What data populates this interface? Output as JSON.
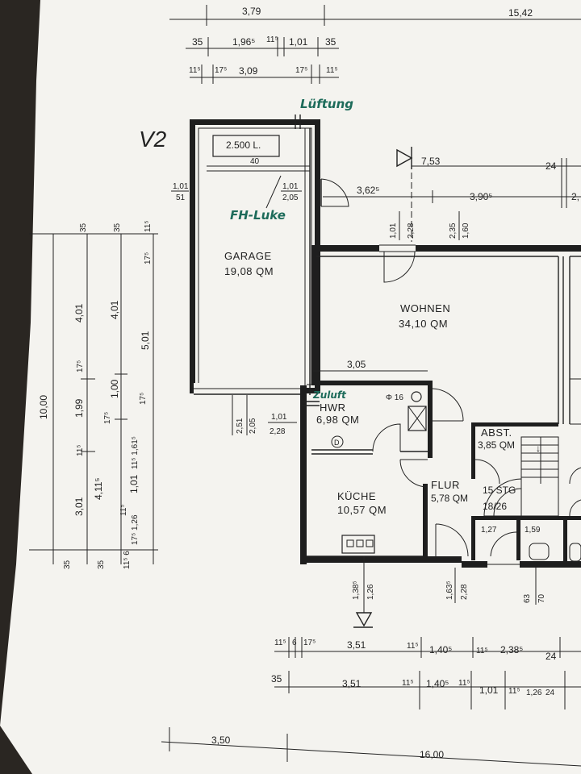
{
  "rooms": {
    "garage": {
      "name": "GARAGE",
      "area": "19,08 QM"
    },
    "wohnen": {
      "name": "WOHNEN",
      "area": "34,10 QM"
    },
    "hwr": {
      "name": "HWR",
      "area": "6,98 QM"
    },
    "kueche": {
      "name": "KÜCHE",
      "area": "10,57 QM"
    },
    "flur": {
      "name": "FLUR",
      "area": "5,78 QM"
    },
    "abst": {
      "name": "ABST.",
      "area": "3,85 QM"
    },
    "stairs": {
      "steps": "15 STG",
      "ratio": "18/26"
    },
    "wc1": "1,27",
    "wc2": "1,59"
  },
  "annotations": {
    "lueftung": "Lüftung",
    "fh_luke": "FH-Luke",
    "zuluft": "Zuluft",
    "tank": "2.500 L.",
    "tank_dim": "40",
    "roman": "V2",
    "chimney": "Φ 16"
  },
  "top_dims": {
    "row1": [
      "3,79",
      "15,42"
    ],
    "row2": [
      "35",
      "1,96⁵",
      "11⁵",
      "1,01",
      "35"
    ],
    "row3": [
      "11⁵",
      "17⁵",
      "3,09",
      "17⁵",
      "11⁵"
    ]
  },
  "inner_dims": {
    "d_753": "7,53",
    "d_24": "24",
    "d_3625": "3,62⁵",
    "d_3905": "3,90⁵",
    "d_2": "2,",
    "d_101_51_a": "1,01",
    "d_101_51_b": "51",
    "d_101_205_a": "1,01",
    "d_101_205_b": "2,05",
    "d_101_228_a": "1,01",
    "d_101_228_b": "2,28",
    "d_235_160_a": "2,35",
    "d_235_160_b": "1,60",
    "d_305": "3,05",
    "d_251_205_a": "2,51",
    "d_251_205_b": "2,05",
    "d_101b": "1,01",
    "d_228b": "2,28"
  },
  "left_dims": {
    "total": "10,00",
    "col1": [
      "35",
      "4,01",
      "17⁵",
      "1,99",
      "11⁵",
      "3,01",
      "35"
    ],
    "col2": [
      "35",
      "4,01",
      "1,00",
      "17⁵",
      "4,11⁵",
      "35"
    ],
    "col3": [
      "11⁵",
      "17⁵",
      "5,01",
      "17⁵",
      "11⁵ 1,61⁵",
      "1,01",
      "11⁵",
      "17⁵ 1,26",
      "11⁵ 6"
    ]
  },
  "bottom_dims": {
    "v_1385_a": "1,38⁵",
    "v_1385_b": "1,26",
    "v_1635_a": "1,63⁵",
    "v_1635_b": "2,28",
    "v_63": "63",
    "v_70": "70",
    "row1": [
      "11⁵",
      "6",
      "17⁵",
      "3,51",
      "11⁵",
      "1,40⁵",
      "11⁵",
      "2,38⁵",
      "24"
    ],
    "row2": [
      "35",
      "3,51",
      "11⁵",
      "1,40⁵",
      "11⁵",
      "1,01",
      "11⁵",
      "1,26",
      "24"
    ],
    "row3": [
      "3,50",
      "16,00"
    ]
  }
}
